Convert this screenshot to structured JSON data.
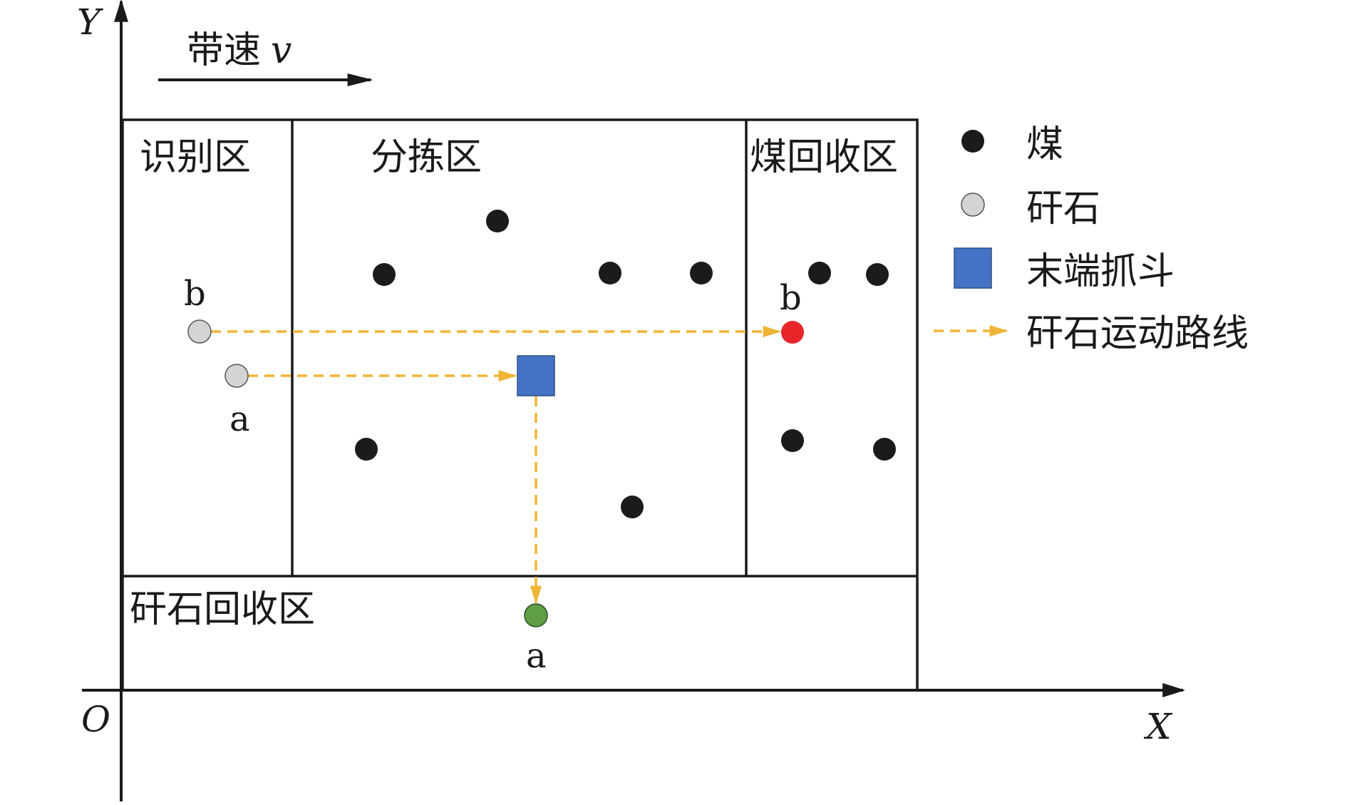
{
  "axes": {
    "x_label": "X",
    "y_label": "Y",
    "origin_label": "O"
  },
  "belt_speed": {
    "label": "带速",
    "symbol": "v"
  },
  "zones": {
    "recognition": "识别区",
    "sorting": "分拣区",
    "coal_recovery": "煤回收区",
    "gangue_recovery": "矸石回收区"
  },
  "point_labels": {
    "a": "a",
    "b": "b"
  },
  "legend": {
    "coal": "煤",
    "gangue": "矸石",
    "gripper": "末端抓斗",
    "path": "矸石运动路线"
  },
  "colors": {
    "coal": "#1b1b1b",
    "gangue": "#d4d4d4",
    "gripper": "#4472c4",
    "path": "#f0b536",
    "gangue_in_coal_zone": "#e8262a",
    "gangue_recovered": "#5e9e45",
    "line": "#1a1a1a"
  },
  "icons": {
    "coal": "filled-black-circle",
    "gangue": "light-gray-circle",
    "gripper": "blue-square",
    "path": "dashed-orange-arrow"
  }
}
